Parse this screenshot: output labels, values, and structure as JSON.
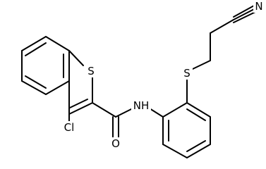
{
  "molecule": {
    "atoms": {
      "S1": "S",
      "Cl": "Cl",
      "O": "O",
      "NH": "NH",
      "S2": "S",
      "N": "N"
    }
  }
}
